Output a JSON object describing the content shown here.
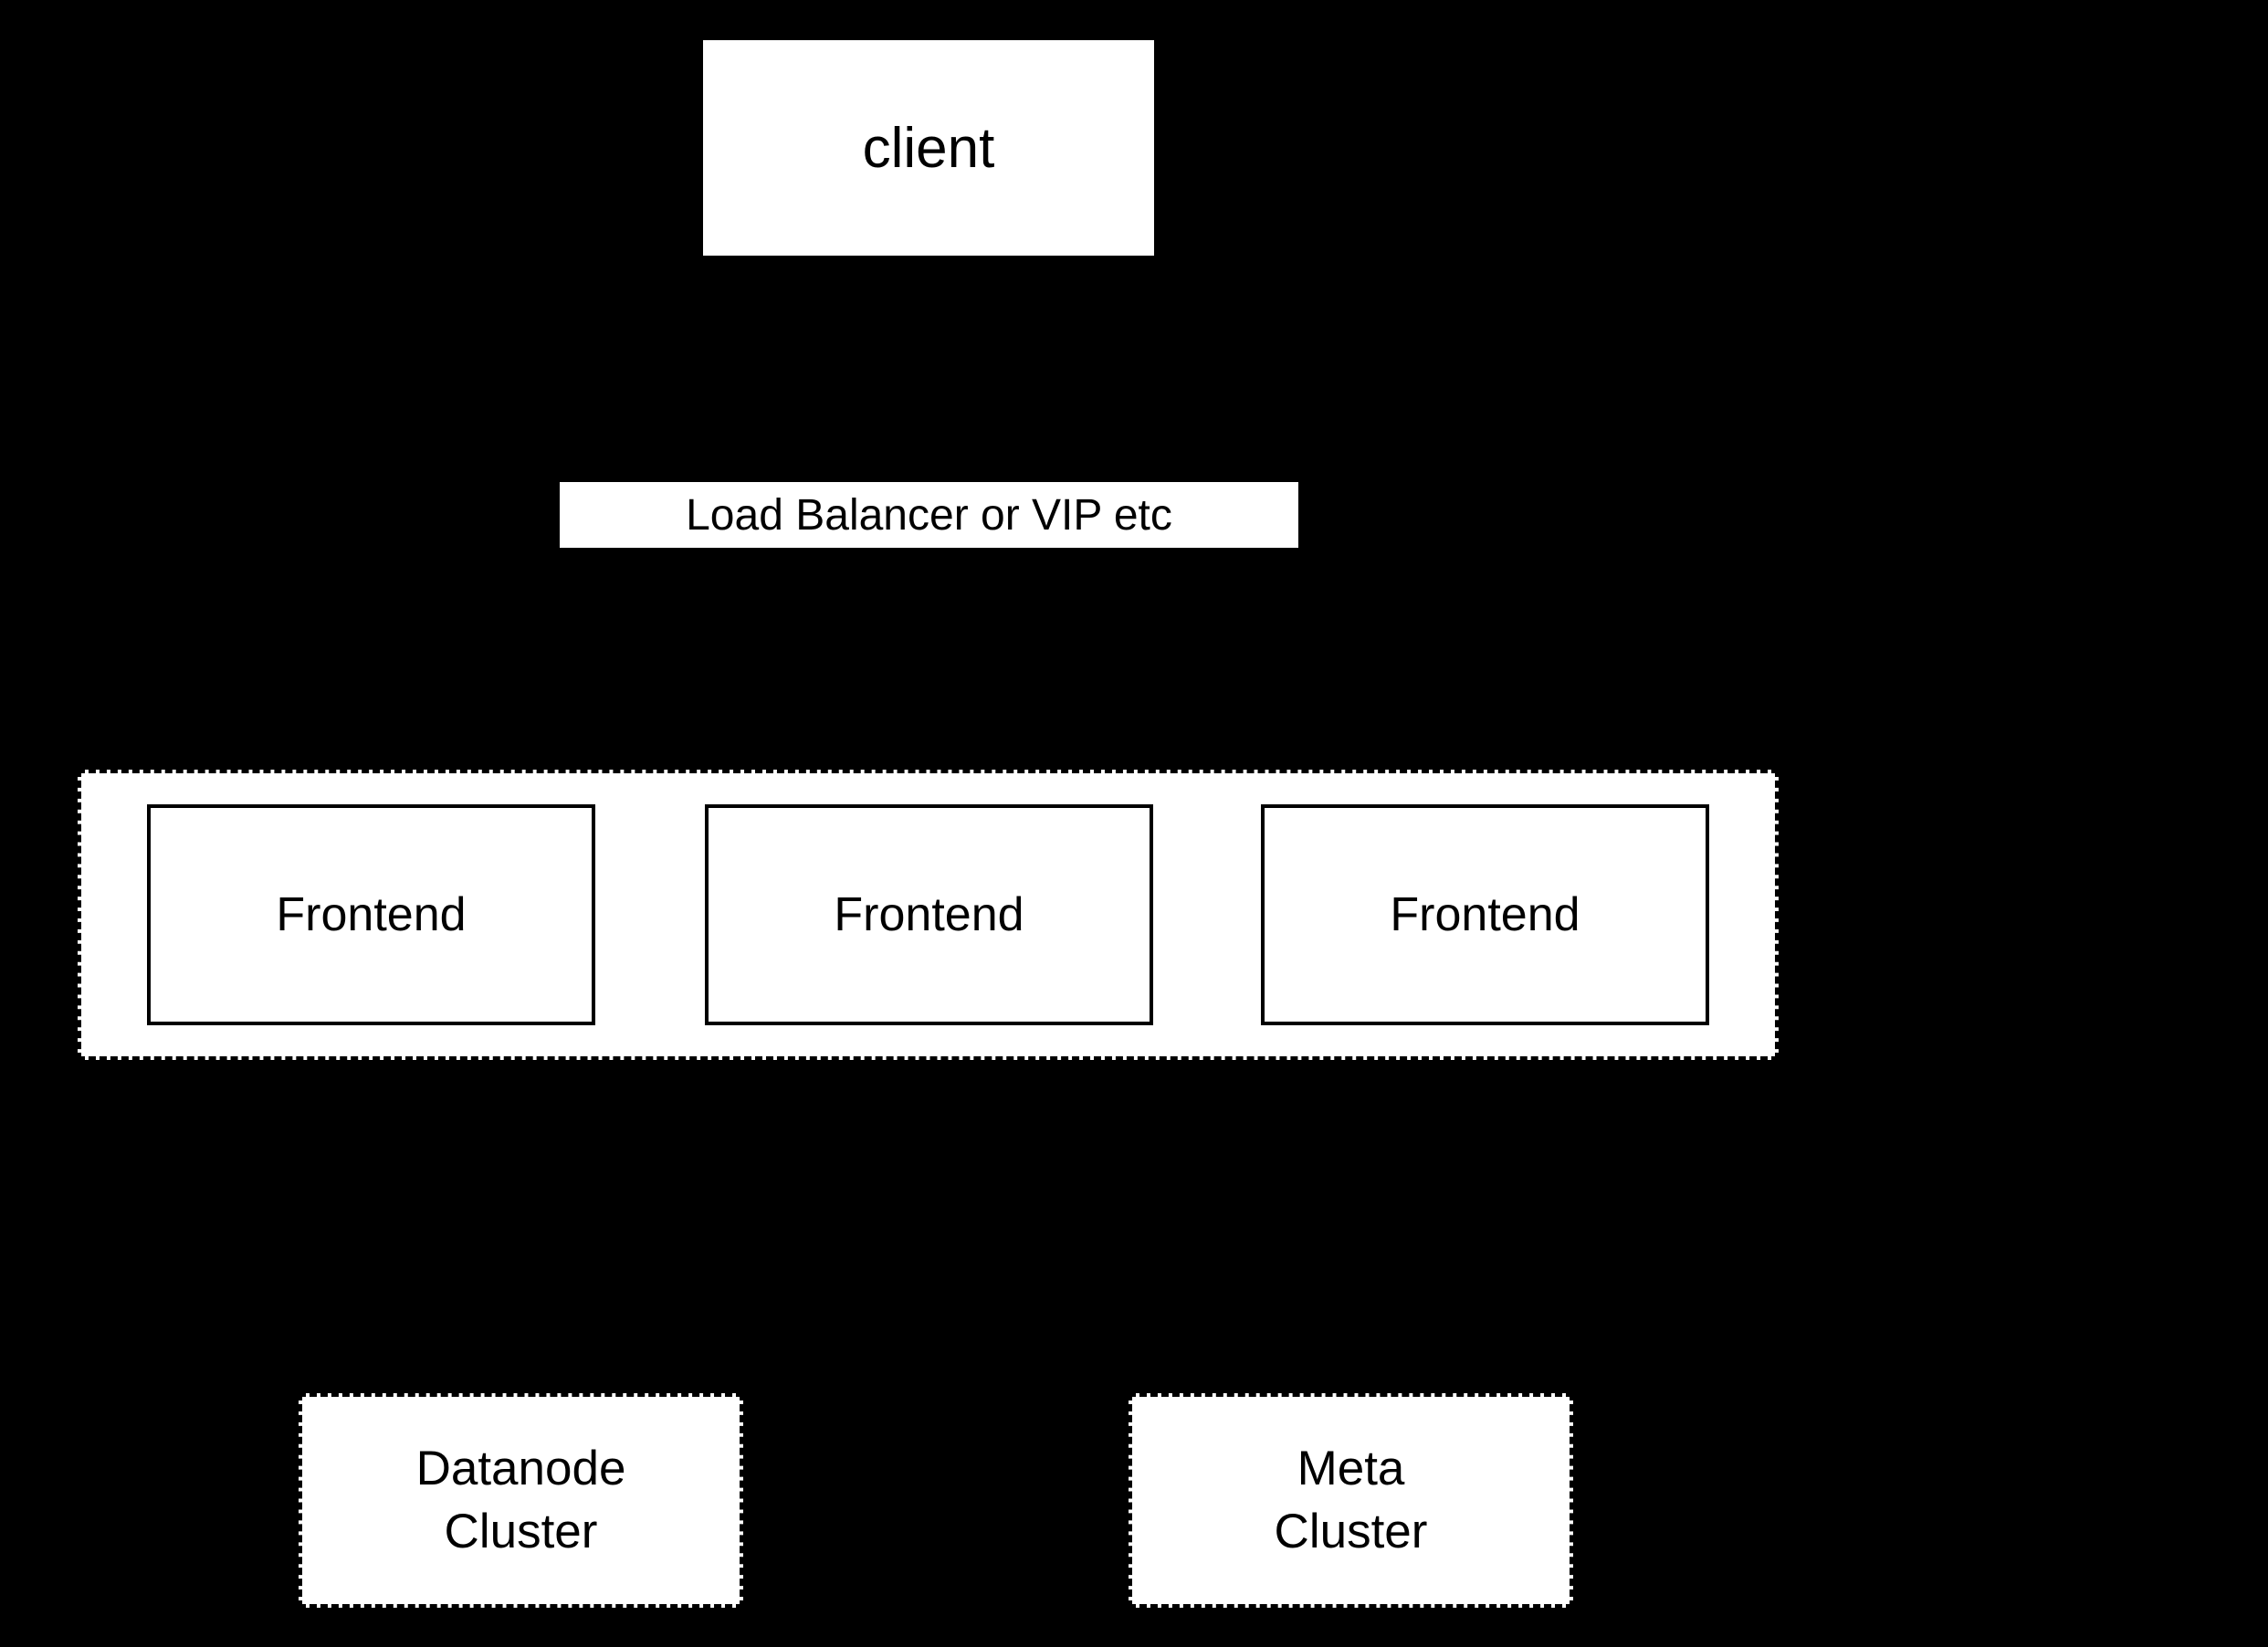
{
  "diagram": {
    "colors": {
      "background": "#000000",
      "node_fill": "#ffffff",
      "line": "#000000",
      "text": "#000000"
    },
    "nodes": {
      "client": {
        "label": "client"
      },
      "load_balancer": {
        "label": "Load Balancer or VIP etc"
      },
      "frontends": [
        {
          "label": "Frontend"
        },
        {
          "label": "Frontend"
        },
        {
          "label": "Frontend"
        }
      ],
      "datanode_cluster": {
        "lines": [
          "Datanode",
          "Cluster"
        ]
      },
      "meta_cluster": {
        "lines": [
          "Meta",
          "Cluster"
        ]
      }
    }
  }
}
